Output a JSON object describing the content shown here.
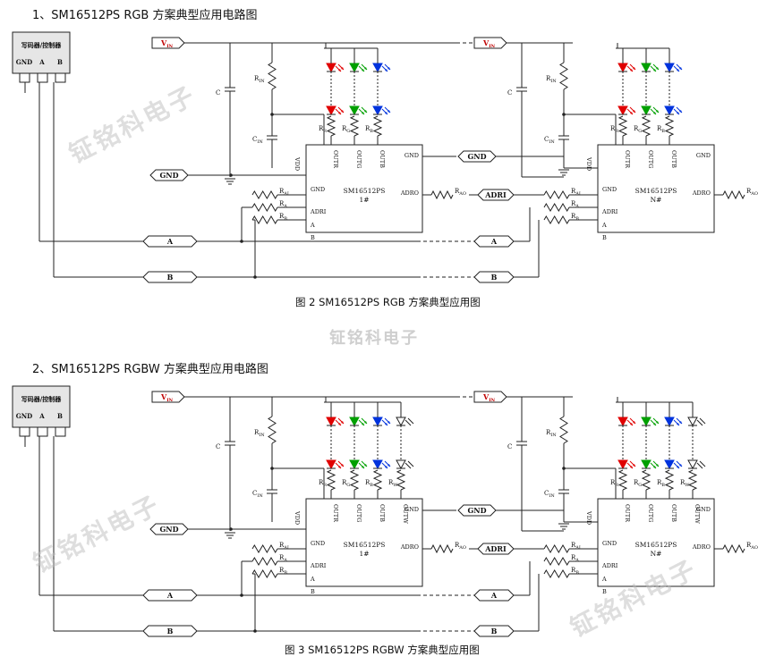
{
  "sections": [
    {
      "heading": "1、SM16512PS RGB 方案典型应用电路图",
      "caption": "图 2   SM16512PS    RGB 方案典型应用图",
      "variant": "RGB",
      "led_channels": [
        "R",
        "G",
        "B"
      ],
      "out_pins": [
        "OUTR",
        "OUTG",
        "OUTB"
      ],
      "resistor_labels": [
        "RR",
        "RG",
        "RB"
      ]
    },
    {
      "heading": "2、SM16512PS    RGBW 方案典型应用电路图",
      "caption": "图 3   SM16512PS    RGBW 方案典型应用图",
      "variant": "RGBW",
      "led_channels": [
        "R",
        "G",
        "B",
        "W"
      ],
      "out_pins": [
        "OUTR",
        "OUTG",
        "OUTB",
        "OUTW"
      ],
      "resistor_labels": [
        "RR",
        "RG",
        "RB",
        "RW"
      ]
    }
  ],
  "diagram": {
    "controller_label": "写码器/控制器",
    "controller_pins": [
      "GND",
      "A",
      "B"
    ],
    "vin_label": "VIN",
    "gnd_label": "GND",
    "adri_label": "ADRI",
    "bus_labels": [
      "A",
      "B"
    ],
    "chip_name": "SM16512PS",
    "chip_index_first": "1#",
    "chip_index_last": "N#",
    "chip_pins_left": [
      "VDD",
      "GND",
      "ADRI",
      "A",
      "B"
    ],
    "chip_pin_right_gnd": "GND",
    "chip_pin_right_adro": "ADRO",
    "cap_labels": [
      "C",
      "CIN"
    ],
    "resistor_rin": "RIN",
    "resistor_ai": "RAI",
    "resistor_a": "RA",
    "resistor_b": "RB",
    "resistor_ao": "RAO"
  },
  "colors": {
    "led_red": "#e00000",
    "led_green": "#00a000",
    "led_blue": "#0033dd",
    "vin_text": "#c00000",
    "watermark": "#bebebe"
  },
  "watermarks": [
    "钲铭科电子",
    "钲铭科电子",
    "钲铭科电子"
  ]
}
